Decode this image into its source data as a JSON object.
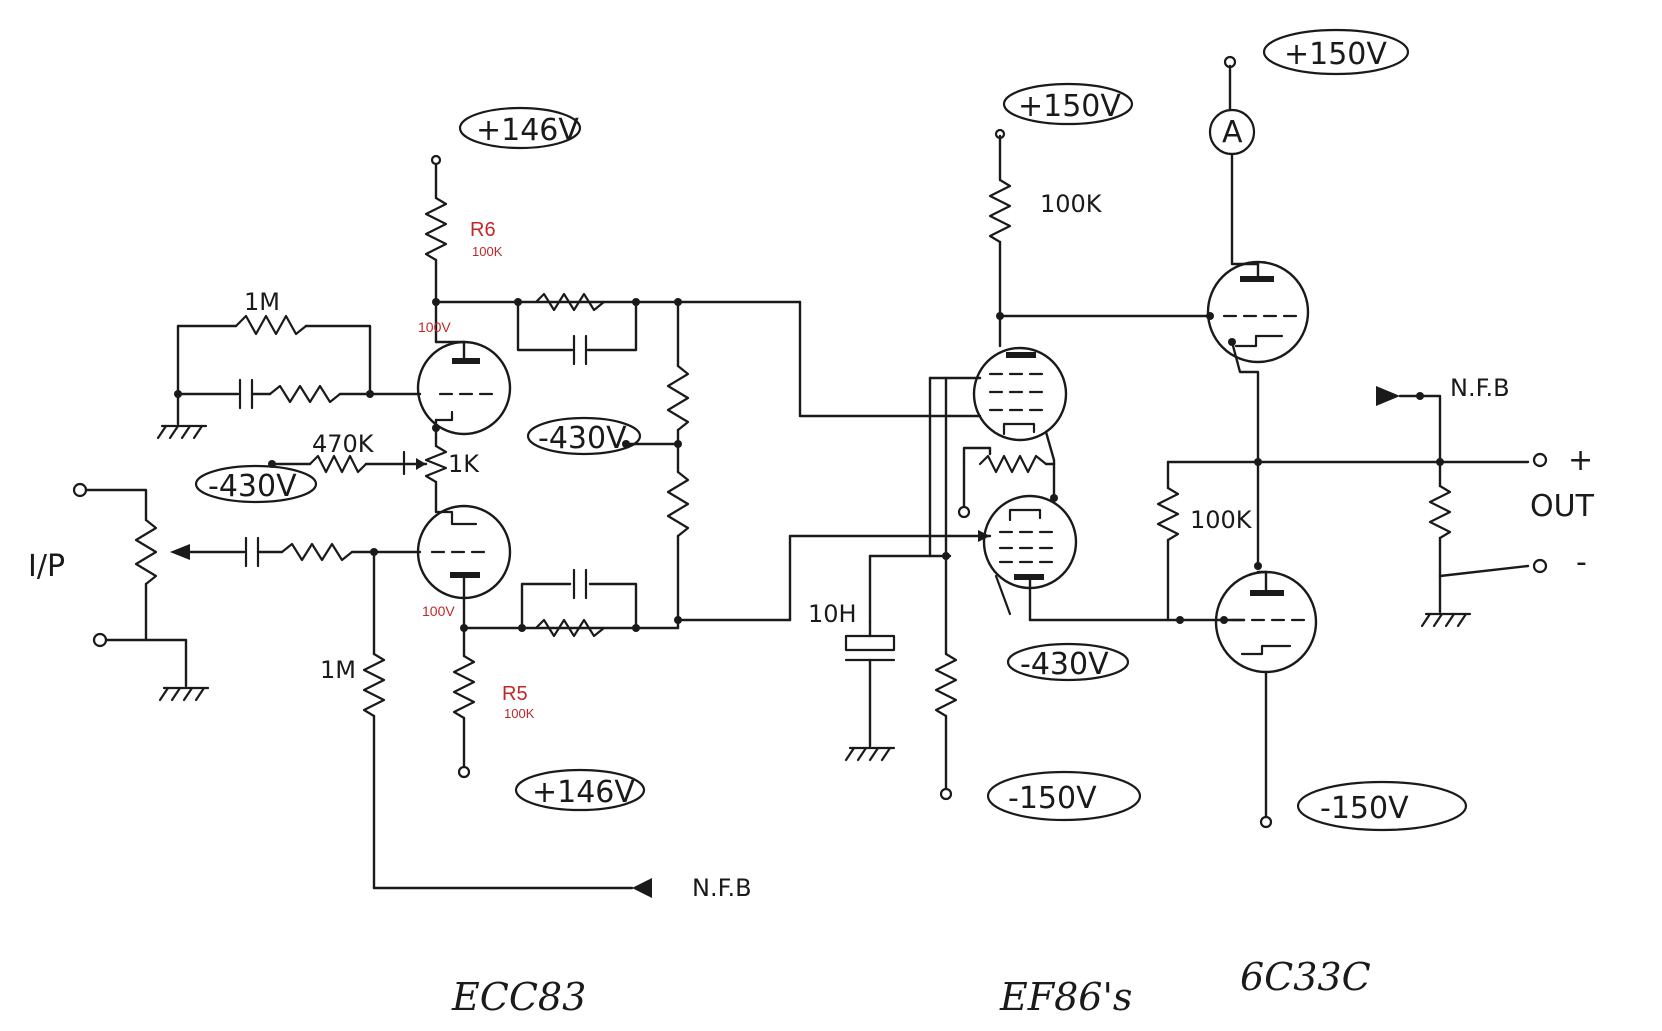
{
  "voltages": {
    "v_plus146_top": "+146V",
    "v_plus146_bottom": "+146V",
    "v_plus150_ef86": "+150V",
    "v_plus150_6c33c": "+150V",
    "v_minus430_left": "-430V",
    "v_minus430_mid": "-430V",
    "v_minus430_ef86": "-430V",
    "v_minus150_ef86": "-150V",
    "v_minus150_6c33c": "-150V"
  },
  "components": {
    "r6_name": "R6",
    "r6_value": "100K",
    "r5_name": "R5",
    "r5_value": "100K",
    "plate_top_voltage": "100V",
    "plate_bottom_voltage": "100V",
    "r_feedback_top": "1M",
    "r_grid_bottom": "1M",
    "r_470k": "470K",
    "pot_1k": "1K",
    "r_ef86_load": "100K",
    "r_6c33c_100k": "100K",
    "inductor": "10H",
    "meter": "A"
  },
  "labels": {
    "input": "I/P",
    "nfb_top": "N.F.B",
    "nfb_bottom": "N.F.B",
    "out_plus": "+",
    "out": "OUT",
    "out_minus": "-"
  },
  "tubes": {
    "stage1": "ECC83",
    "stage2": "EF86's",
    "stage3": "6C33C"
  },
  "colors": {
    "ink": "#1a1a1a",
    "annotation_red": "#c0282a",
    "background": "#ffffff"
  }
}
